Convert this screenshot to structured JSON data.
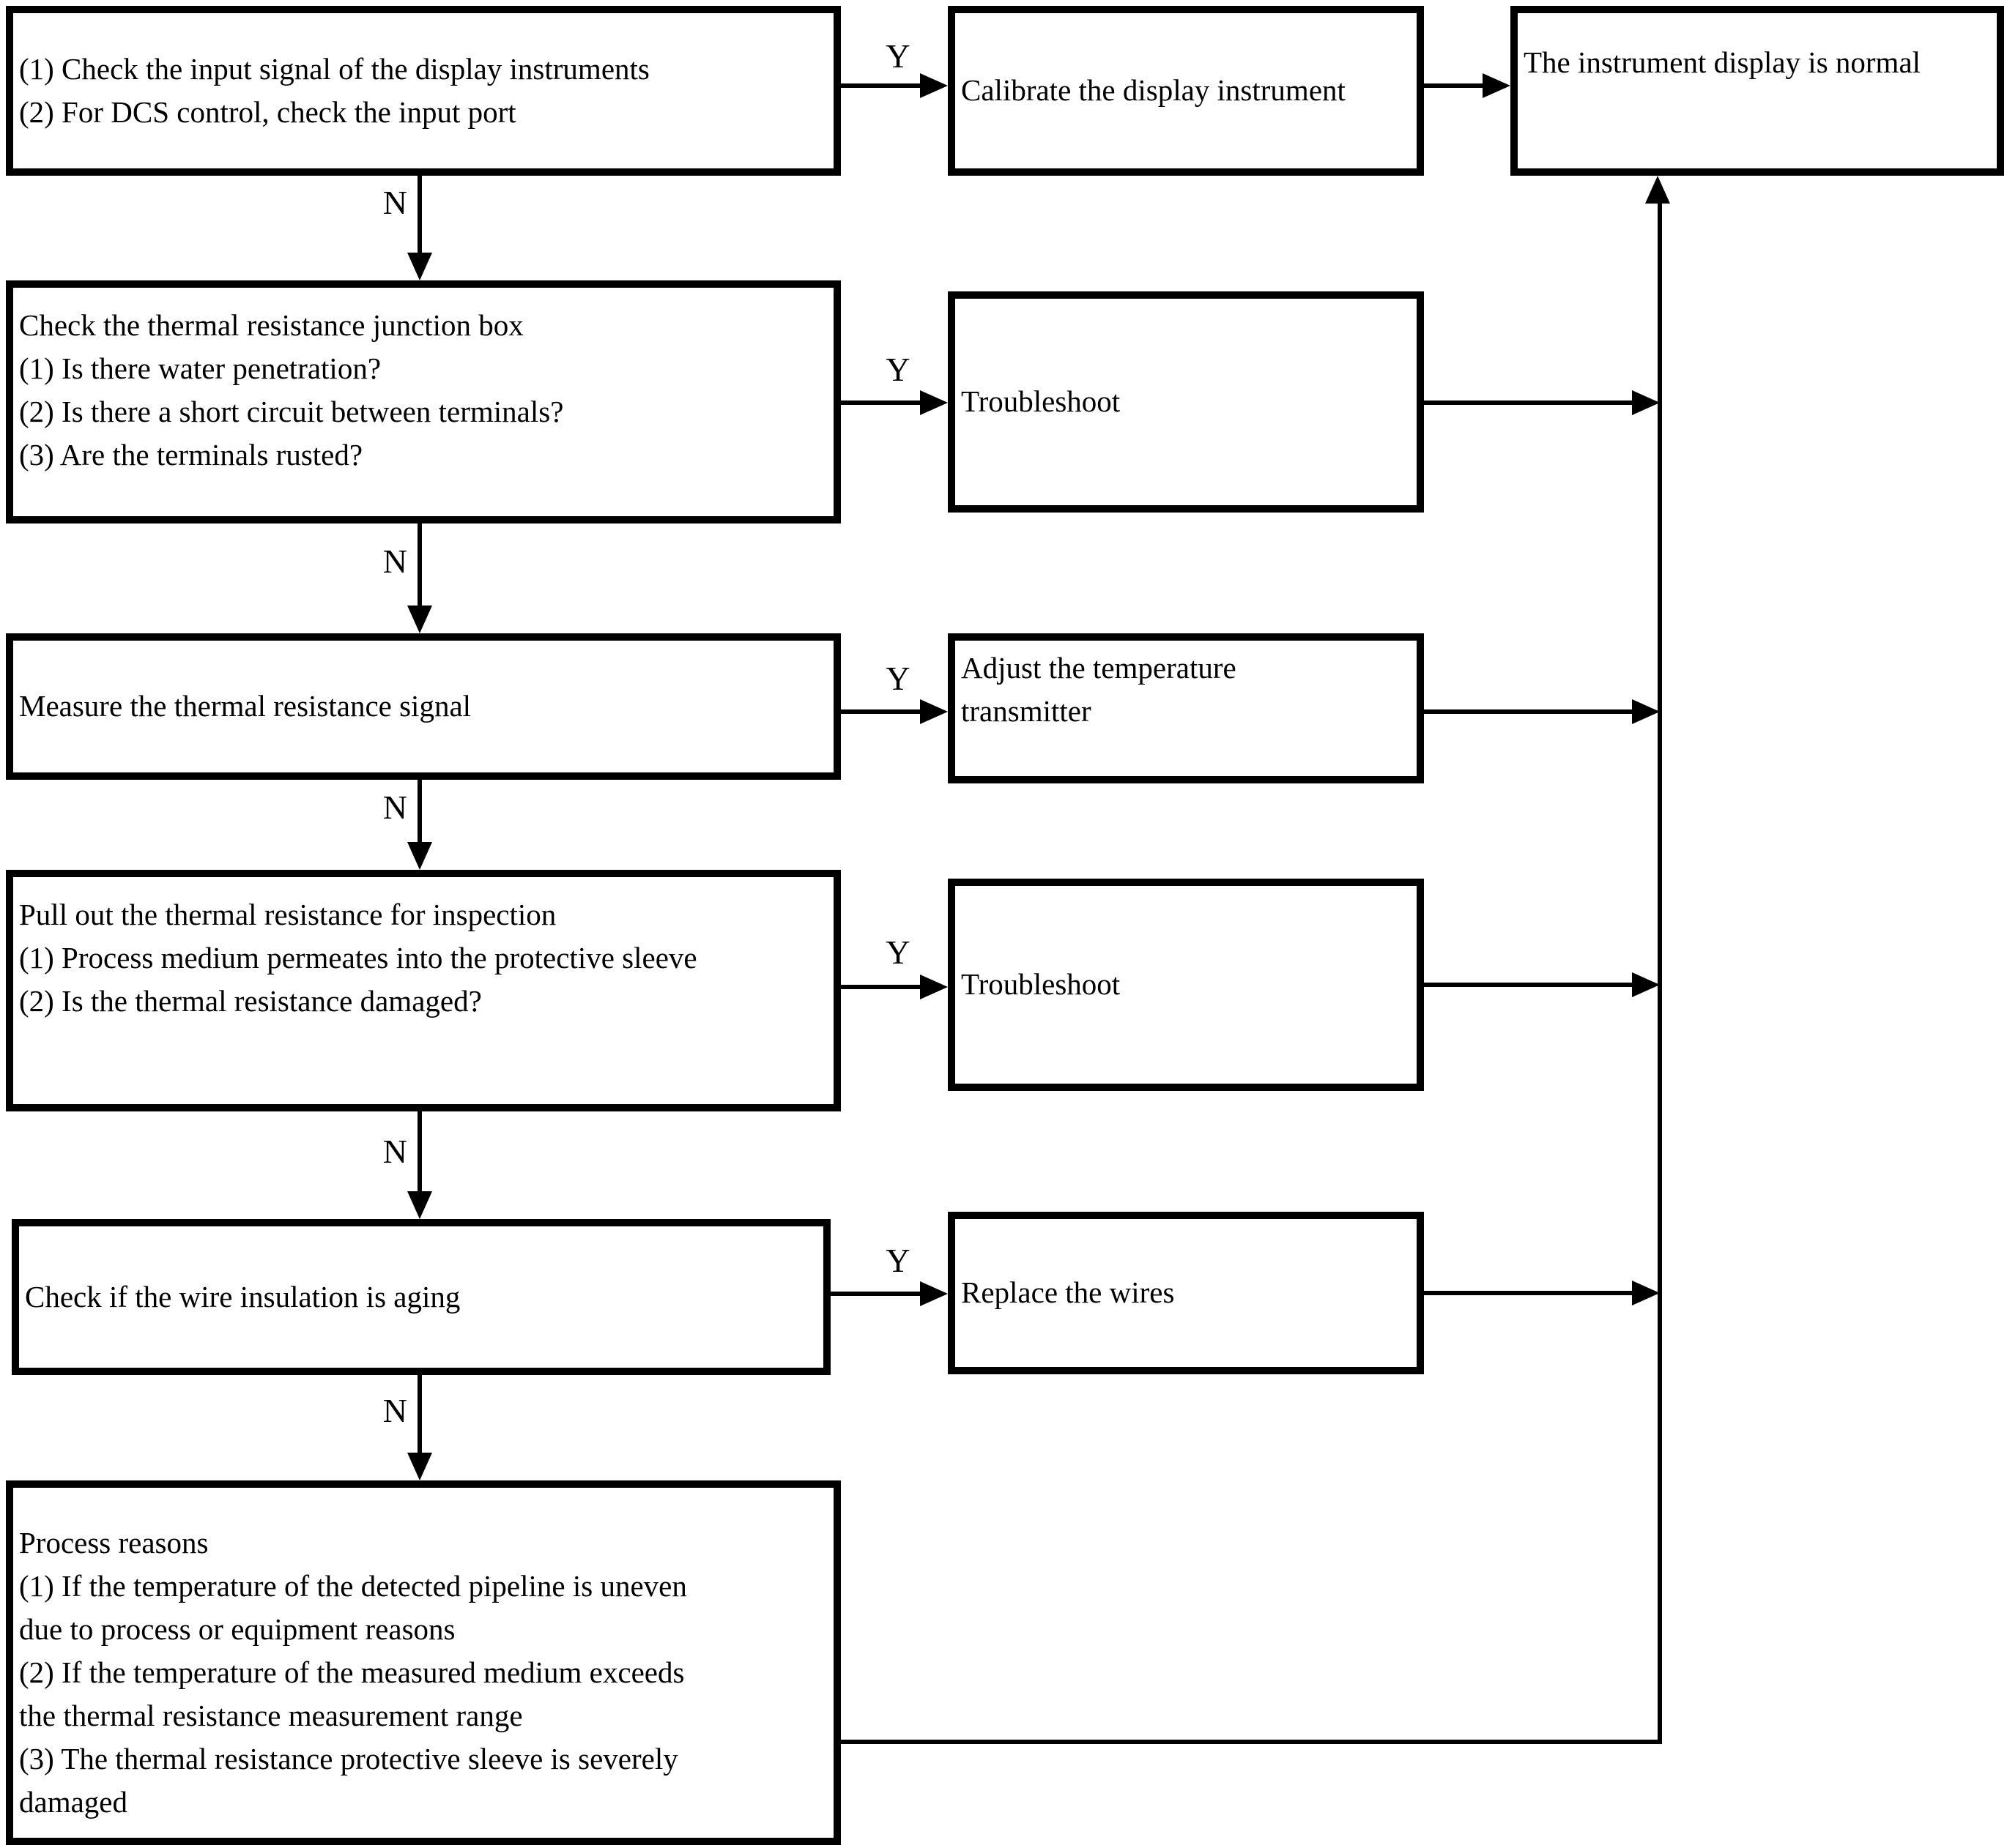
{
  "diagram": {
    "background_color": "#ffffff",
    "line_color": "#000000",
    "yes_label": "Y",
    "no_label": "N",
    "steps": [
      {
        "text": "(1) Check the input signal of the display instruments\n(2) For DCS control, check the input port"
      },
      {
        "text": "Check the thermal resistance junction box\n(1) Is there water penetration?\n(2) Is there a short circuit between terminals?\n(3) Are the terminals rusted?"
      },
      {
        "text": "Measure the thermal resistance signal"
      },
      {
        "text": "Pull out the thermal resistance for inspection\n(1) Process medium permeates into the protective sleeve\n(2) Is the thermal resistance damaged?"
      },
      {
        "text": "Check if the wire insulation is aging"
      },
      {
        "text": "Process reasons\n(1) If the temperature of the detected pipeline is uneven\ndue to process or equipment reasons\n(2) If the temperature of the measured medium exceeds\nthe thermal resistance measurement range\n(3) The thermal resistance protective sleeve is severely\ndamaged"
      }
    ],
    "actions": [
      {
        "text": "Calibrate the display instrument"
      },
      {
        "text": "Troubleshoot"
      },
      {
        "text": "Adjust the temperature\ntransmitter"
      },
      {
        "text": "Troubleshoot"
      },
      {
        "text": "Replace the wires"
      }
    ],
    "result": {
      "text": "The instrument display is normal"
    }
  }
}
